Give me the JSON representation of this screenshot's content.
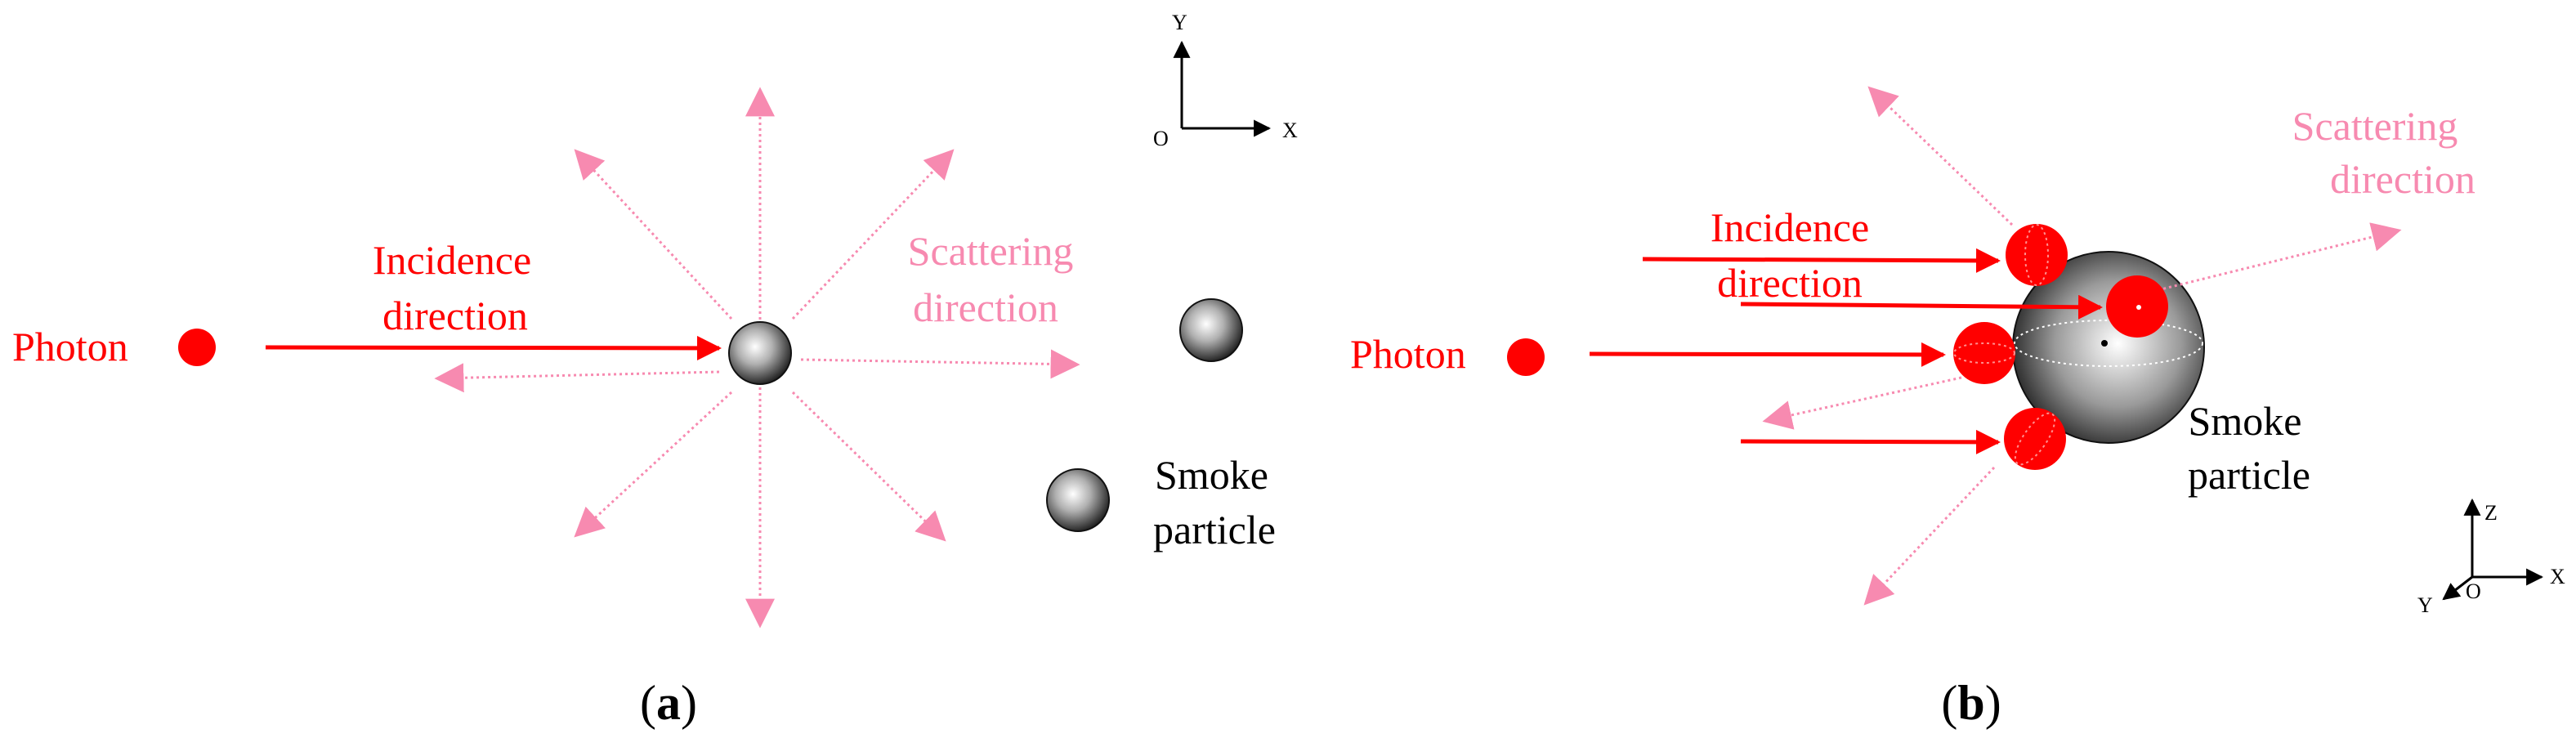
{
  "panel_a": {
    "photon_label": "Photon",
    "incidence_label_line1": "Incidence",
    "incidence_label_line2": "direction",
    "scattering_label_line1": "Scattering",
    "scattering_label_line2": "direction",
    "smoke_label_line1": "Smoke",
    "smoke_label_line2": "particle",
    "axis": {
      "y": "Y",
      "x": "X",
      "origin": "O"
    },
    "caption_open": "(",
    "caption_letter": "a",
    "caption_close": ")"
  },
  "panel_b": {
    "photon_label": "Photon",
    "incidence_label_line1": "Incidence",
    "incidence_label_line2": "direction",
    "scattering_label_line1": "Scattering",
    "scattering_label_line2": "direction",
    "smoke_label_line1": "Smoke",
    "smoke_label_line2": "particle",
    "axis": {
      "z": "Z",
      "x": "X",
      "y": "Y",
      "origin": "O"
    },
    "caption_open": "(",
    "caption_letter": "b",
    "caption_close": ")"
  },
  "colors": {
    "photon": "#ff0000",
    "incidence_arrow": "#ff0000",
    "scattering_arrow": "#f78ab0",
    "particle": "#808080"
  }
}
